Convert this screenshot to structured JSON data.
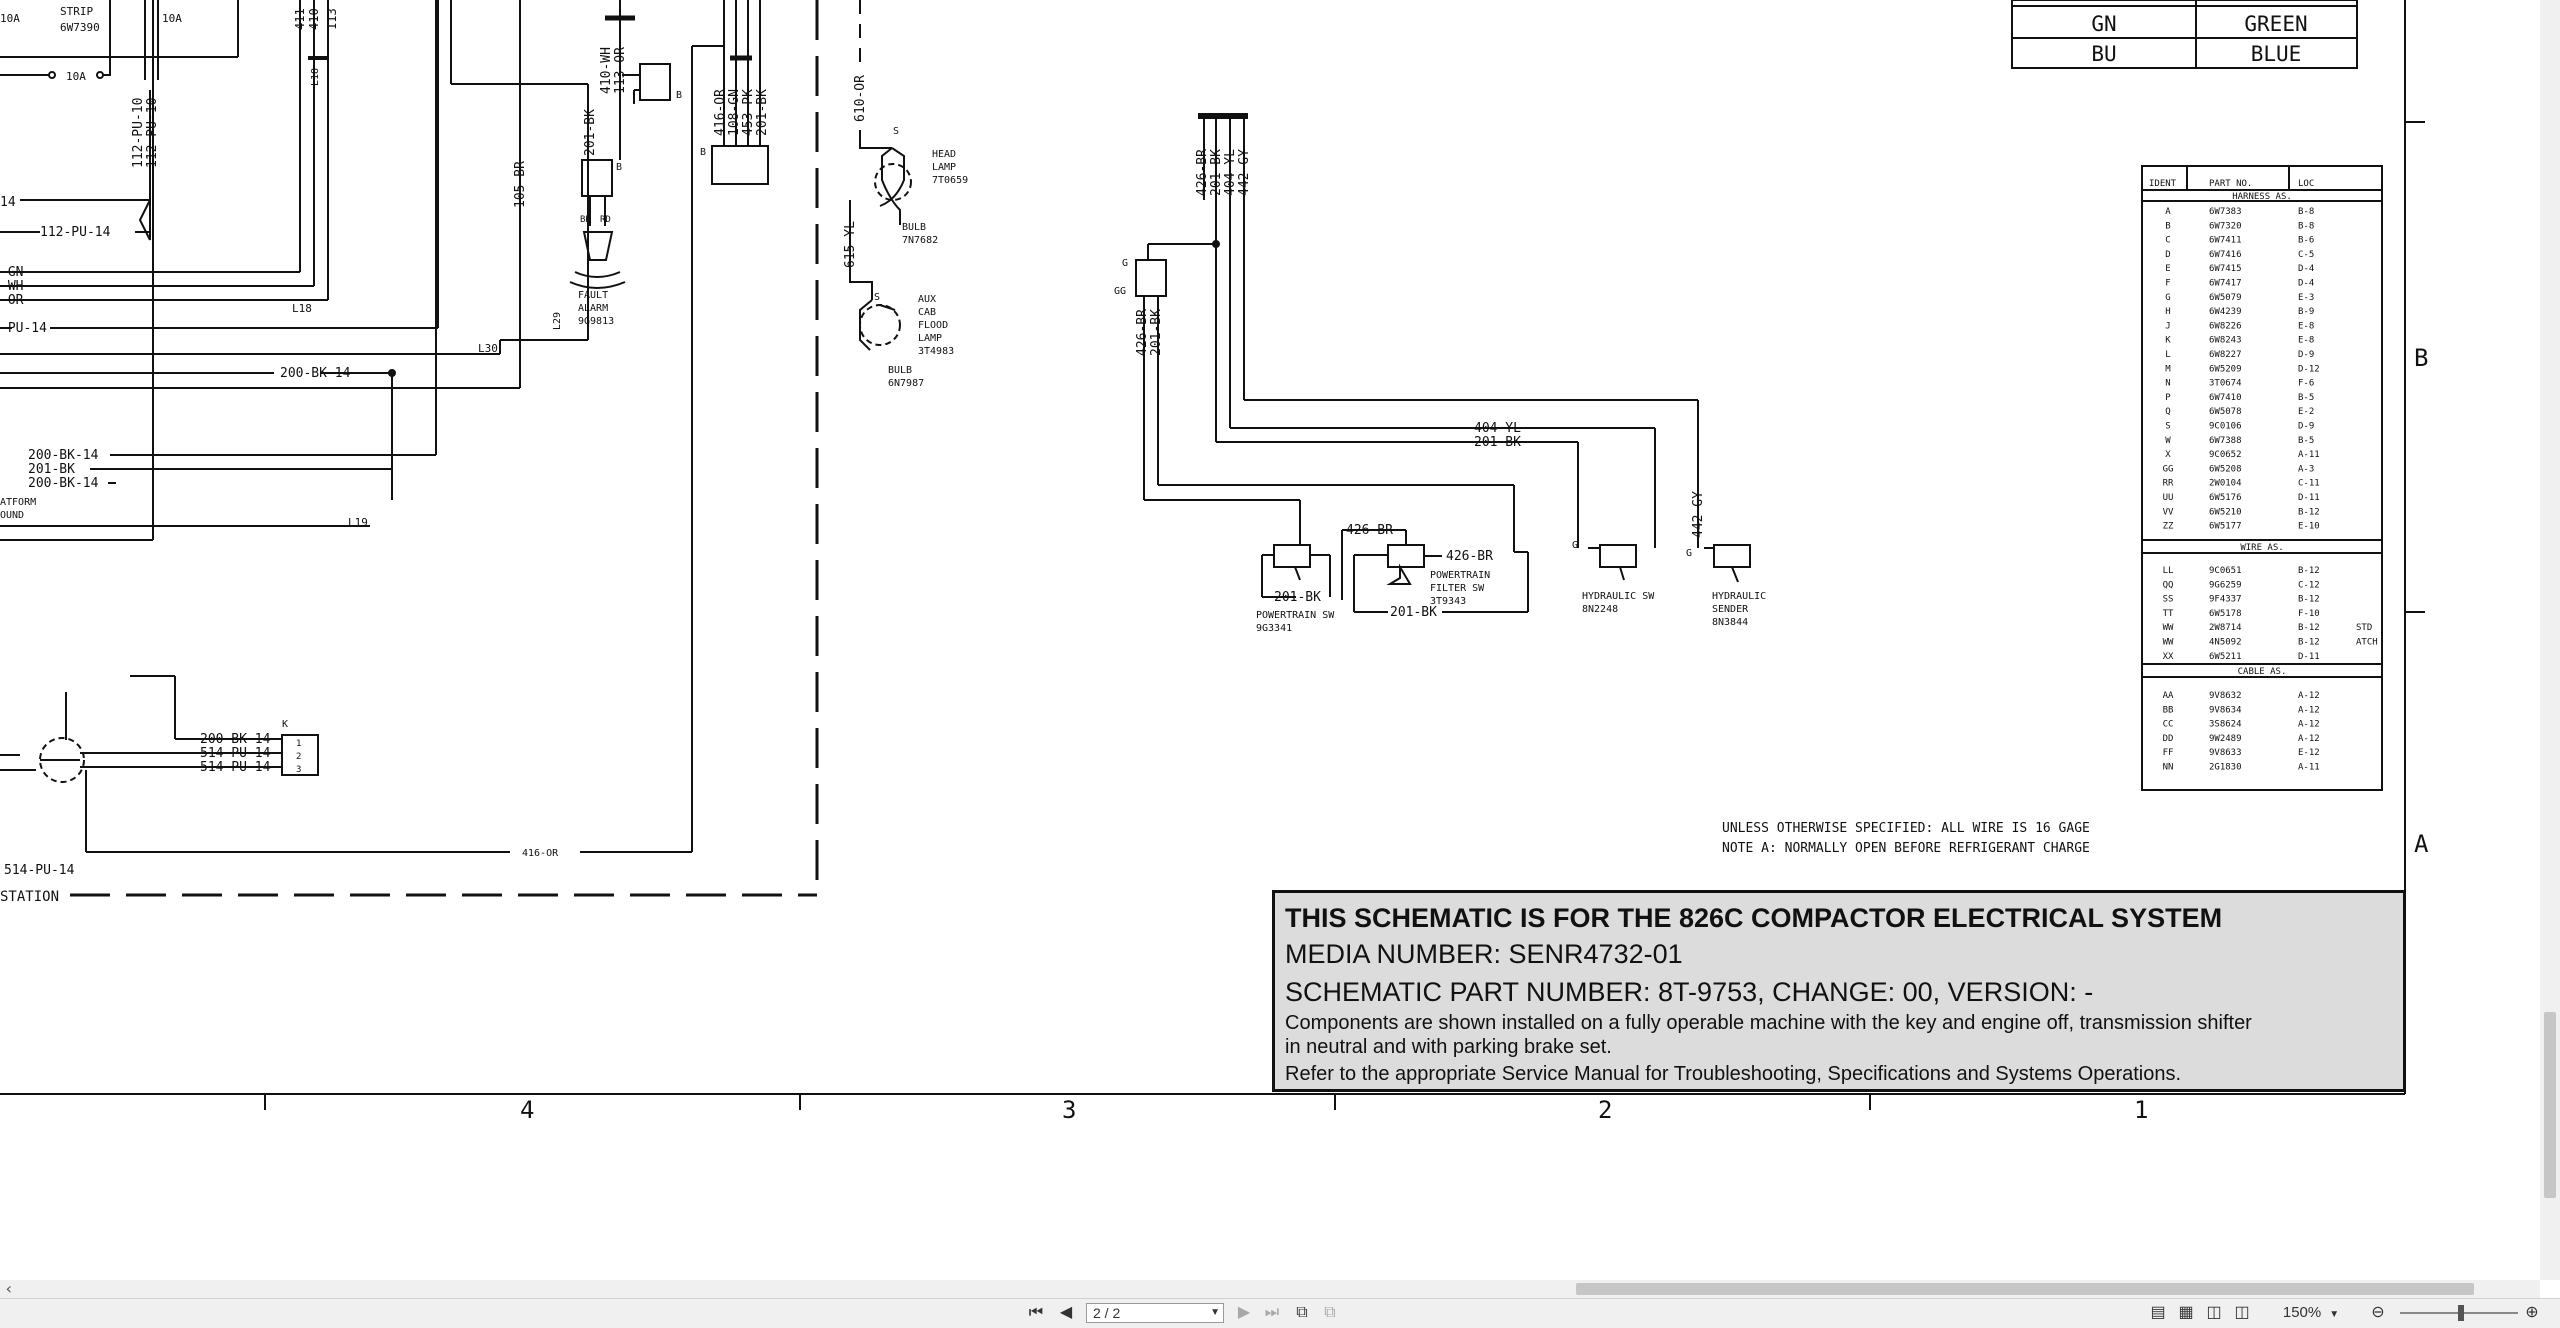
{
  "color_table": [
    {
      "code": "GN",
      "name": "GREEN"
    },
    {
      "code": "BU",
      "name": "BLUE"
    }
  ],
  "ident_table": {
    "headers": [
      "IDENT",
      "PART NO.",
      "LOC"
    ],
    "harness_title": "HARNESS AS.",
    "harness_rows": [
      [
        "A",
        "6W7383",
        "B-8"
      ],
      [
        "B",
        "6W7320",
        "B-8"
      ],
      [
        "C",
        "6W7411",
        "B-6"
      ],
      [
        "D",
        "6W7416",
        "C-5"
      ],
      [
        "E",
        "6W7415",
        "D-4"
      ],
      [
        "F",
        "6W7417",
        "D-4"
      ],
      [
        "G",
        "6W5079",
        "E-3"
      ],
      [
        "H",
        "6W4239",
        "B-9"
      ],
      [
        "J",
        "6W8226",
        "E-8"
      ],
      [
        "K",
        "6W8243",
        "E-8"
      ],
      [
        "L",
        "6W8227",
        "D-9"
      ],
      [
        "M",
        "6W5209",
        "D-12"
      ],
      [
        "N",
        "3T0674",
        "F-6"
      ],
      [
        "P",
        "6W7410",
        "B-5"
      ],
      [
        "Q",
        "6W5078",
        "E-2"
      ],
      [
        "S",
        "9C0106",
        "D-9"
      ],
      [
        "W",
        "6W7388",
        "B-5"
      ],
      [
        "X",
        "9C0652",
        "A-11"
      ],
      [
        "GG",
        "6W5208",
        "A-3"
      ],
      [
        "RR",
        "2W0104",
        "C-11"
      ],
      [
        "UU",
        "6W5176",
        "D-11"
      ],
      [
        "VV",
        "6W5210",
        "B-12"
      ],
      [
        "ZZ",
        "6W5177",
        "E-10"
      ]
    ],
    "wire_title": "WIRE AS.",
    "wire_rows": [
      [
        "LL",
        "9C0651",
        "B-12",
        ""
      ],
      [
        "QQ",
        "9G6259",
        "C-12",
        ""
      ],
      [
        "SS",
        "9F4337",
        "B-12",
        ""
      ],
      [
        "TT",
        "6W5178",
        "F-10",
        ""
      ],
      [
        "WW",
        "2W8714",
        "B-12",
        "STD"
      ],
      [
        "WW",
        "4N5092",
        "B-12",
        "ATCH"
      ],
      [
        "XX",
        "6W5211",
        "D-11",
        ""
      ]
    ],
    "cable_title": "CABLE AS.",
    "cable_rows": [
      [
        "AA",
        "9V8632",
        "A-12"
      ],
      [
        "BB",
        "9V8634",
        "A-12"
      ],
      [
        "CC",
        "3S8624",
        "A-12"
      ],
      [
        "DD",
        "9W2489",
        "A-12"
      ],
      [
        "FF",
        "9V8633",
        "E-12"
      ],
      [
        "NN",
        "2G1830",
        "A-11"
      ]
    ]
  },
  "notes": [
    "UNLESS OTHERWISE SPECIFIED: ALL WIRE IS 16 GAGE",
    "NOTE A: NORMALLY OPEN BEFORE REFRIGERANT CHARGE"
  ],
  "title_block": {
    "heading": "THIS SCHEMATIC IS FOR THE 826C COMPACTOR ELECTRICAL SYSTEM",
    "media": "MEDIA NUMBER: SENR4732-01",
    "part": "SCHEMATIC PART NUMBER: 8T-9753, CHANGE: 00, VERSION: -",
    "desc1": "Components are shown installed on a fully operable machine with the key and engine off, transmission shifter",
    "desc2": "in neutral and with parking brake set.",
    "desc3": "Refer to the appropriate Service Manual for Troubleshooting, Specifications and Systems Operations."
  },
  "zones": {
    "col4": "4",
    "col3": "3",
    "col2": "2",
    "col1": "1",
    "rowB": "B",
    "rowA": "A"
  },
  "labels": {
    "strip": "STRIP",
    "strip_part": "6W7390",
    "fuse_10a_1": "10A",
    "fuse_10a_2": "10A",
    "fuse_10a_3": "10A",
    "w411": "411",
    "w410": "410",
    "w113": "113",
    "w112_pu_10a": "112-PU-10",
    "w112_pu_10b": "112-PU-10",
    "w112_pu_14": "112-PU-14",
    "num14": "14",
    "gn": "-GN",
    "wh": "-WH",
    "or": "-OR",
    "pu14": "-PU-14",
    "l18a": "L18",
    "l18b": "L18",
    "l29": "L29",
    "l30": "L30",
    "l19": "L19",
    "w105_br": "105-BR",
    "w410_wh": "410-WH",
    "w113_or": "113-OR",
    "w201_bk_a": "201-BK",
    "bk": "BK",
    "rd": "RD",
    "fault_alarm_1": "FAULT",
    "fault_alarm_2": "ALARM",
    "fault_alarm_part": "9G9813",
    "w200_bk_14_a": "200-BK-14",
    "w200_bk_14_b": "200-BK-14",
    "w201_bk_b": "201-BK",
    "w200_bk_14_c": "200-BK-14",
    "platform_1": "ATFORM",
    "platform_2": "OUND",
    "w416_or_a": "416-OR",
    "w108_gn": "108-GN",
    "w453_pk": "453-PK",
    "w201_bk_c": "201-BK",
    "w610_or": "610-OR",
    "w615_yl": "615-YL",
    "head_lamp_1": "HEAD",
    "head_lamp_2": "LAMP",
    "head_lamp_part": "7T0659",
    "bulb_1": "BULB",
    "bulb_1_part": "7N7682",
    "aux_1": "AUX",
    "aux_2": "CAB",
    "aux_3": "FLOOD",
    "aux_4": "LAMP",
    "aux_part": "3T4983",
    "bulb_2": "BULB",
    "bulb_2_part": "6N7987",
    "w200_bk_14_d": "200-BK-14",
    "w514_pu_14_a": "514-PU-14",
    "w514_pu_14_b": "514-PU-14",
    "w514_pu_14_c": "514-PU-14",
    "w416_or_b": "416-OR",
    "station": "STATION",
    "k": "K",
    "p1": "1",
    "p2": "2",
    "p3": "3",
    "s1": "S",
    "s2": "S",
    "w426_br_a": "426-BR",
    "w201_bk_d": "201-BK",
    "w404_yl_a": "404-YL",
    "w442_gy_a": "442-GY",
    "g1": "G",
    "gg": "GG",
    "w426_br_b": "426-BR",
    "w201_bk_e": "201-BK",
    "w404_yl_b": "404-YL",
    "w201_bk_f": "201-BK",
    "w442_gy_b": "442-GY",
    "w426_br_c": "426-BR",
    "w426_br_d": "426-BR",
    "w201_bk_g": "201-BK",
    "w201_bk_h": "201-BK",
    "pt_sw_1": "POWERTRAIN SW",
    "pt_sw_part": "9G3341",
    "ptf_1": "POWERTRAIN",
    "ptf_2": "FILTER SW",
    "ptf_part": "3T9343",
    "hyd_sw_1": "HYDRAULIC SW",
    "hyd_sw_part": "8N2248",
    "hyd_snd_1": "HYDRAULIC",
    "hyd_snd_2": "SENDER",
    "hyd_snd_part": "8N3844",
    "g2": "G",
    "g3": "G",
    "b1": "B",
    "b2": "B",
    "b3": "B"
  },
  "viewer": {
    "page_field": "2 / 2",
    "zoom": "150%",
    "icons": [
      "first-page-icon",
      "prev-page-icon",
      "next-page-icon",
      "last-page-icon",
      "single-page-icon",
      "continuous-icon",
      "two-page-icon",
      "two-page-continuous-icon",
      "zoom-out-icon",
      "zoom-in-icon"
    ]
  }
}
